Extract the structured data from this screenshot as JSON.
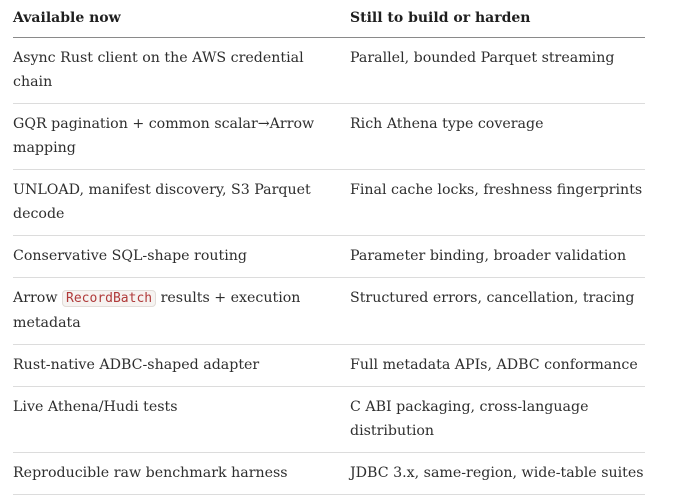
{
  "table": {
    "headers": {
      "available": "Available now",
      "todo": "Still to build or harden"
    },
    "rows": [
      {
        "available": "Async Rust client on the AWS credential chain",
        "todo": "Parallel, bounded Parquet streaming"
      },
      {
        "available": "GQR pagination + common scalar→Arrow mapping",
        "todo": "Rich Athena type coverage"
      },
      {
        "available": "UNLOAD, manifest discovery, S3 Parquet decode",
        "todo": "Final cache locks, freshness fingerprints"
      },
      {
        "available": "Conservative SQL-shape routing",
        "todo": "Parameter binding, broader validation"
      },
      {
        "available_prefix": "Arrow ",
        "available_code": "RecordBatch",
        "available_suffix": " results + execution metadata",
        "todo": "Structured errors, cancellation, tracing"
      },
      {
        "available": "Rust-native ADBC-shaped adapter",
        "todo": "Full metadata APIs, ADBC conformance"
      },
      {
        "available": "Live Athena/Hudi tests",
        "todo": "C ABI packaging, cross-language distribution"
      },
      {
        "available": "Reproducible raw benchmark harness",
        "todo": "JDBC 3.x, same-region, wide-table suites"
      }
    ]
  }
}
